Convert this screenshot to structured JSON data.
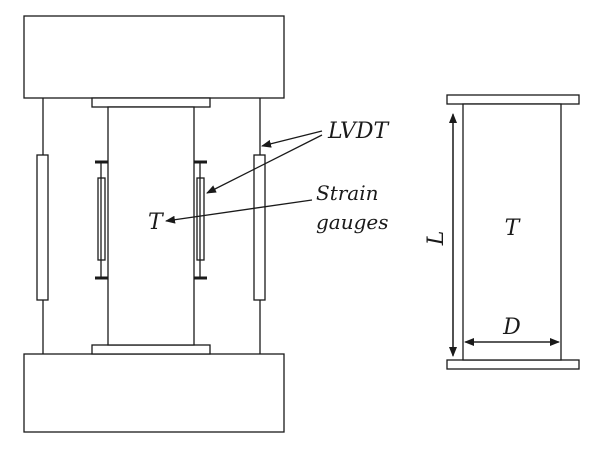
{
  "labels": {
    "lvdt": "LVDT",
    "strain_line1": "Strain",
    "strain_line2": "gauges",
    "specimen_left": "T",
    "specimen_right": "T",
    "length": "L",
    "diameter": "D"
  },
  "colors": {
    "line": "#1a1a1a",
    "background": "#ffffff"
  }
}
